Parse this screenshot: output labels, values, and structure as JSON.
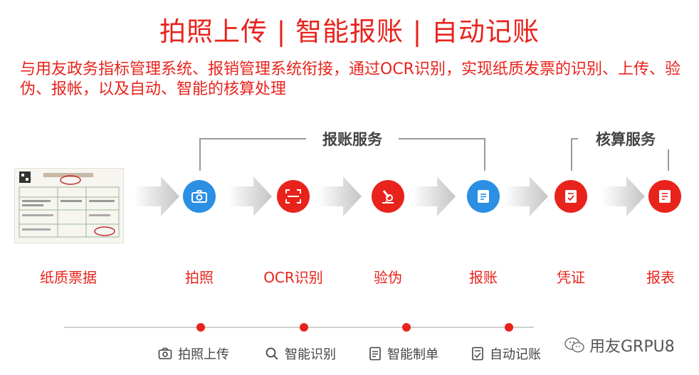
{
  "title": "拍照上传  | 智能报账 | 自动记账",
  "subtitle": "与用友政务指标管理系统、报销管理系统衔接，通过OCR识别，实现纸质发票的识别、上传、验伪、报帐，以及自动、智能的核算处理",
  "brackets": {
    "left": "报账服务",
    "right": "核算服务"
  },
  "steps": [
    "纸质票据",
    "拍照",
    "OCR识别",
    "验伪",
    "报账",
    "凭证",
    "报表"
  ],
  "legend": [
    "拍照上传",
    "智能识别",
    "智能制单",
    "自动记账"
  ],
  "watermark": "用友GRPU8",
  "colors": {
    "accent": "#e8231c",
    "blue": "#2b8fe3",
    "gray": "#9a9a9a"
  },
  "icons": [
    "camera-icon",
    "scan-icon",
    "verify-icon",
    "document-icon",
    "voucher-icon",
    "report-icon",
    "search-icon",
    "wechat-icon"
  ]
}
